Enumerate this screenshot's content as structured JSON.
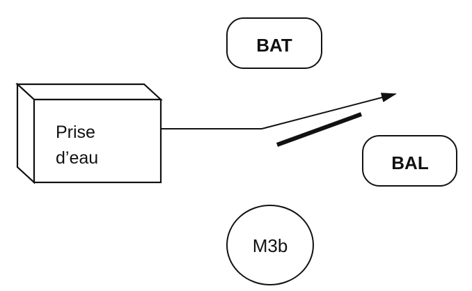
{
  "diagram": {
    "prise_line1": "Prise",
    "prise_line2": "d’eau",
    "bat_label": "BAT",
    "bal_label": "BAL",
    "m3b_label": "M3b"
  },
  "colors": {
    "stroke": "#111111",
    "background": "#ffffff"
  }
}
